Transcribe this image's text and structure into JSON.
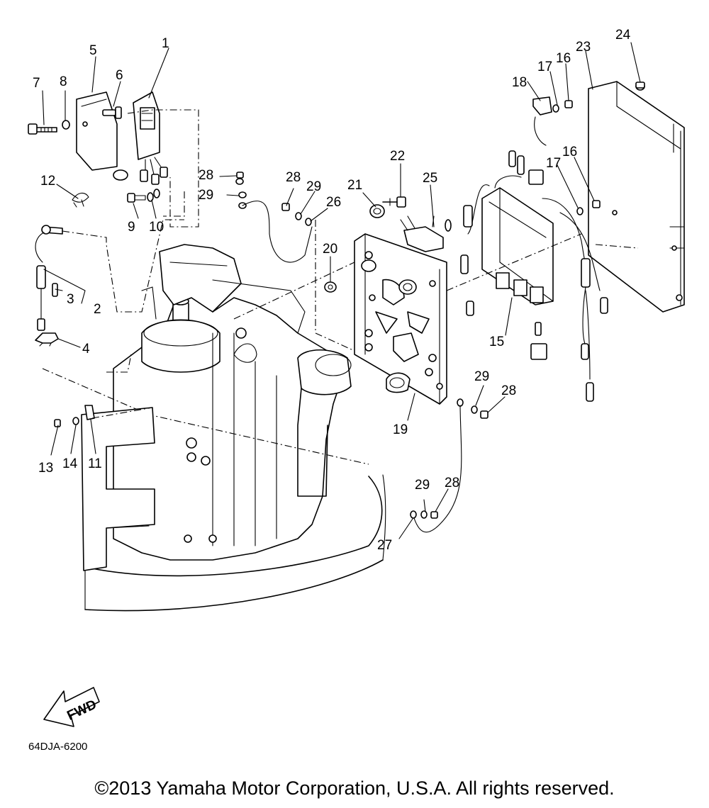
{
  "diagram_code": "64DJA-6200",
  "copyright": "©2013 Yamaha Motor Corporation, U.S.A. All rights reserved.",
  "fwd_label": "FWD",
  "callouts": {
    "c1": "1",
    "c2": "2",
    "c3": "3",
    "c4": "4",
    "c5": "5",
    "c6": "6",
    "c7": "7",
    "c8": "8",
    "c9": "9",
    "c10": "10",
    "c11": "11",
    "c12": "12",
    "c13": "13",
    "c14": "14",
    "c15": "15",
    "c16a": "16",
    "c16b": "16",
    "c17a": "17",
    "c17b": "17",
    "c18": "18",
    "c19": "19",
    "c20": "20",
    "c21": "21",
    "c22": "22",
    "c23": "23",
    "c24": "24",
    "c25": "25",
    "c26": "26",
    "c27": "27",
    "c28a": "28",
    "c28b": "28",
    "c28c": "28",
    "c28d": "28",
    "c29a": "29",
    "c29b": "29",
    "c29c": "29",
    "c29d": "29"
  }
}
